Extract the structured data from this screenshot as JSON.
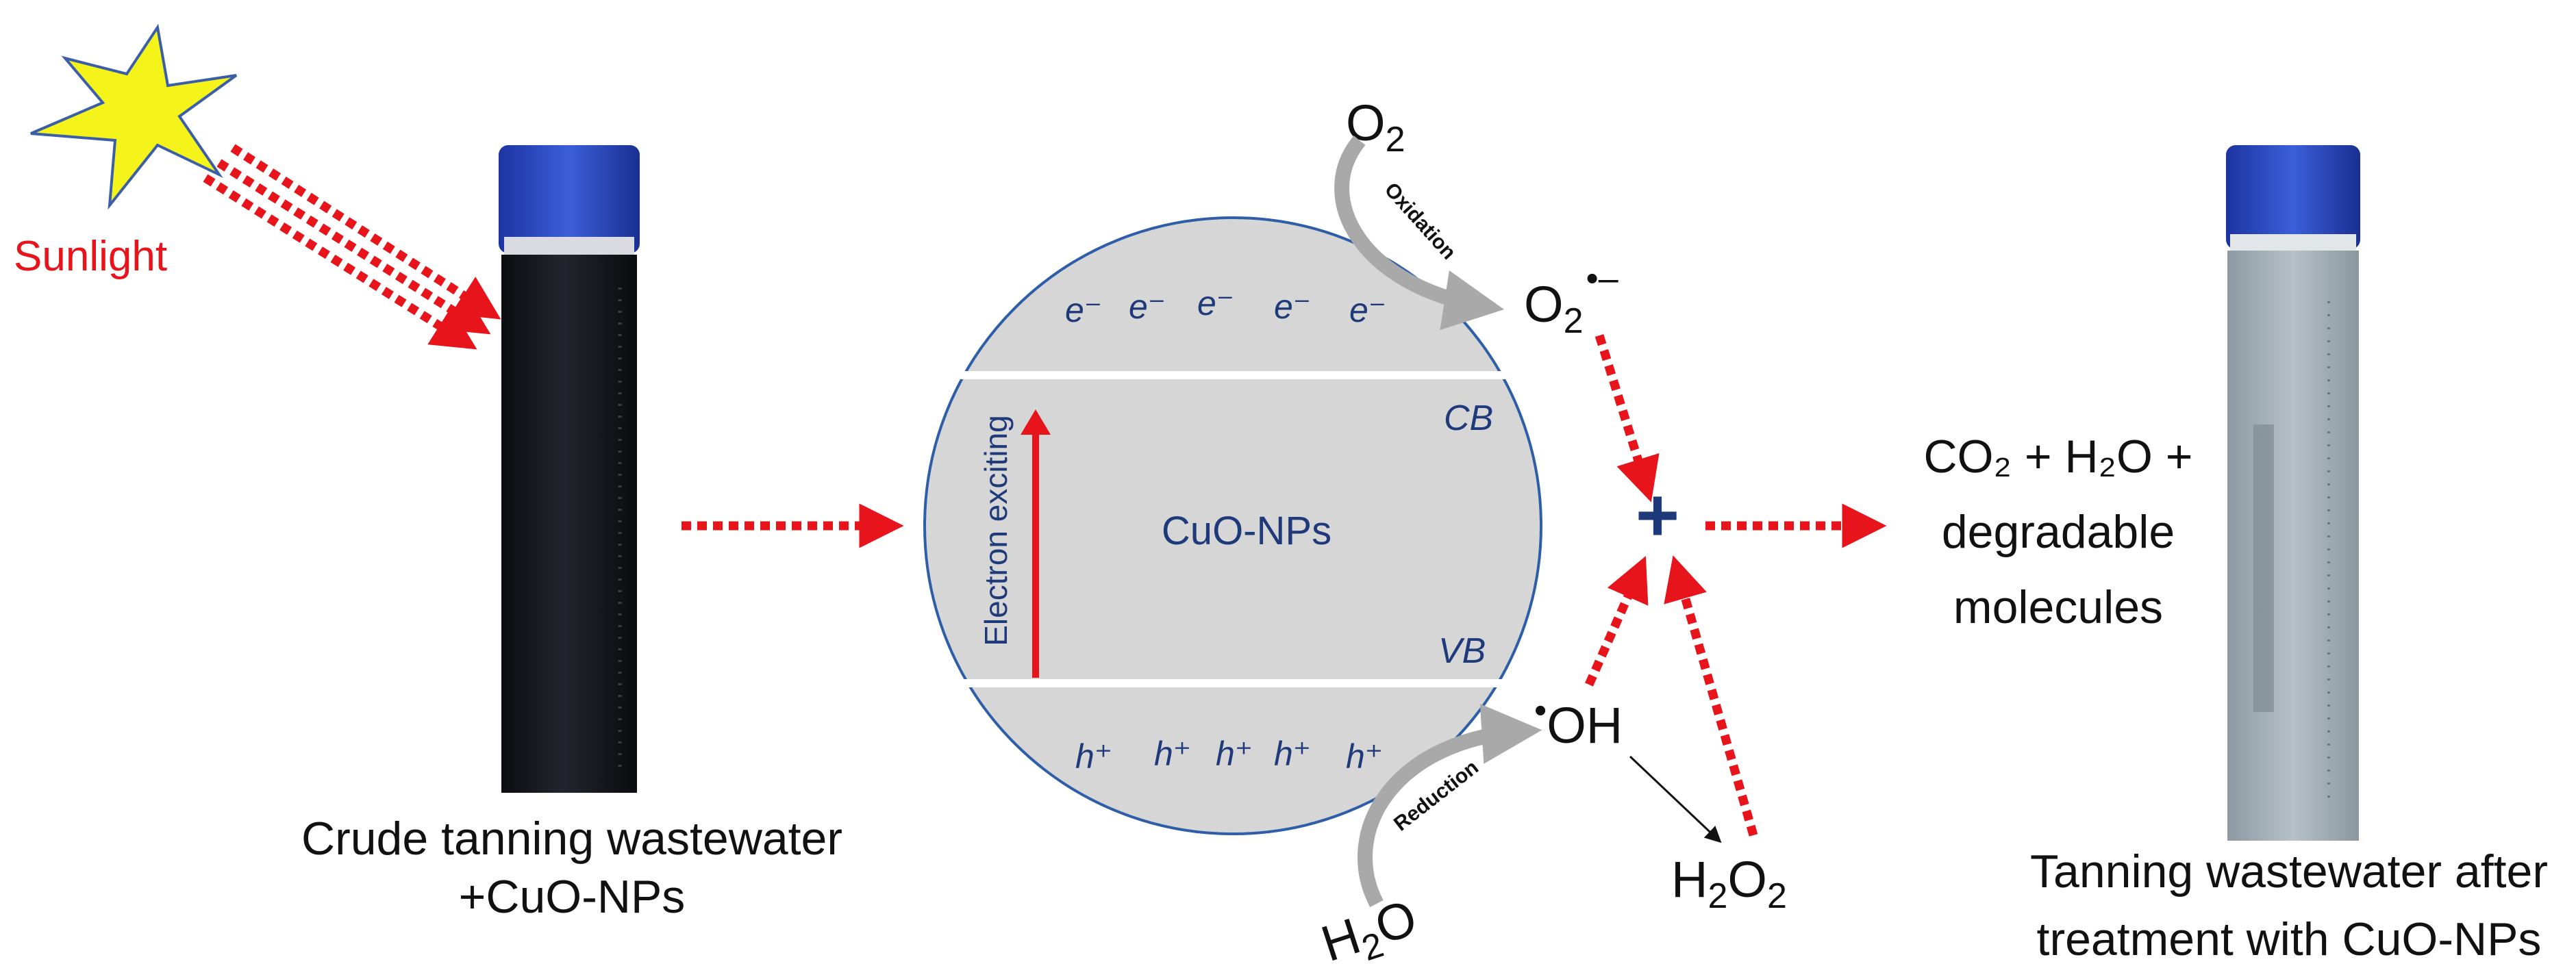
{
  "labels": {
    "sunlight": "Sunlight",
    "left_caption_line1": "Crude tanning wastewater",
    "left_caption_line2": "+CuO-NPs",
    "right_caption_line1": "Tanning wastewater after",
    "right_caption_line2": "treatment with CuO-NPs",
    "product_line1": "CO₂ + H₂O +",
    "product_line2": "degradable",
    "product_line3": "molecules",
    "catalyst": "CuO-NPs",
    "electron_exciting": "Electron exciting",
    "conduction_band": "CB",
    "valence_band": "VB",
    "oxidation": "Oxidation",
    "reduction": "Reduction",
    "plus": "+"
  },
  "species": {
    "o2": {
      "base": "O",
      "subscript": "2"
    },
    "superoxide": {
      "base": "O",
      "subscript": "2",
      "superscript": "•–"
    },
    "hydroxyl": {
      "prefix": "•",
      "base": "OH"
    },
    "h2o": {
      "base": "H",
      "subscript": "2",
      "tail": "O"
    },
    "h2o2": {
      "base": "H",
      "subscript": "2",
      "middle": "O",
      "subscript2": "2"
    }
  },
  "electrons": [
    "e⁻",
    "e⁻",
    "e⁻",
    "e⁻",
    "e⁻"
  ],
  "holes": [
    "h⁺",
    "h⁺",
    "h⁺",
    "h⁺",
    "h⁺"
  ],
  "colors": {
    "arrow_red": "#e8141c",
    "text_navy": "#1f3a7a",
    "cap_blue": "#2342b8",
    "sun_yellow": "#f4f41a",
    "sun_outline": "#3a5fa8",
    "circle_fill": "#d6d6d6",
    "dark_liquid": "#15171c",
    "treated_liquid": "#9aa7ae"
  }
}
